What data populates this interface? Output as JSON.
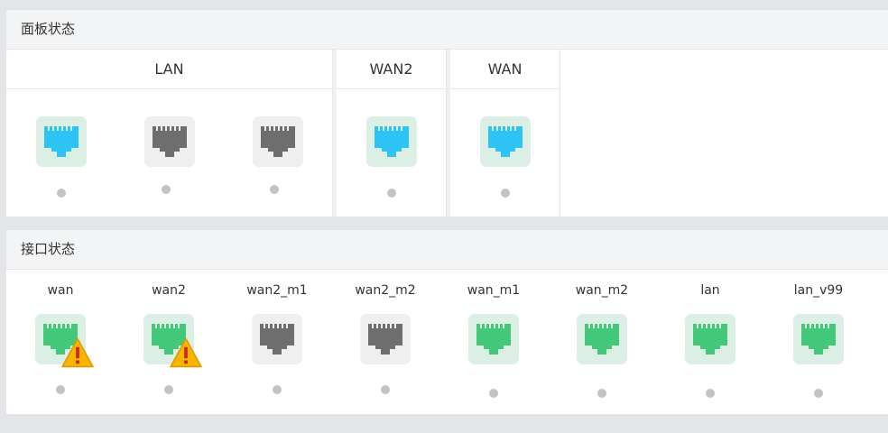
{
  "panel": {
    "title": "面板状态",
    "groups": [
      {
        "label": "LAN",
        "ports": [
          "blue",
          "gray",
          "gray"
        ]
      },
      {
        "label": "WAN2",
        "ports": [
          "blue"
        ]
      },
      {
        "label": "WAN",
        "ports": [
          "blue"
        ]
      }
    ]
  },
  "interfaces": {
    "title": "接口状态",
    "items": [
      {
        "name": "wan",
        "state": "green",
        "warning": true
      },
      {
        "name": "wan2",
        "state": "green",
        "warning": true
      },
      {
        "name": "wan2_m1",
        "state": "gray",
        "warning": false
      },
      {
        "name": "wan2_m2",
        "state": "gray",
        "warning": false
      },
      {
        "name": "wan_m1",
        "state": "green",
        "warning": false
      },
      {
        "name": "wan_m2",
        "state": "green",
        "warning": false
      },
      {
        "name": "lan",
        "state": "green",
        "warning": false
      },
      {
        "name": "lan_v99",
        "state": "green",
        "warning": false
      }
    ]
  },
  "colors": {
    "blue": "#2ec3f5",
    "gray": "#6e6e6e",
    "green": "#42c878",
    "warning": "#f7b500"
  }
}
